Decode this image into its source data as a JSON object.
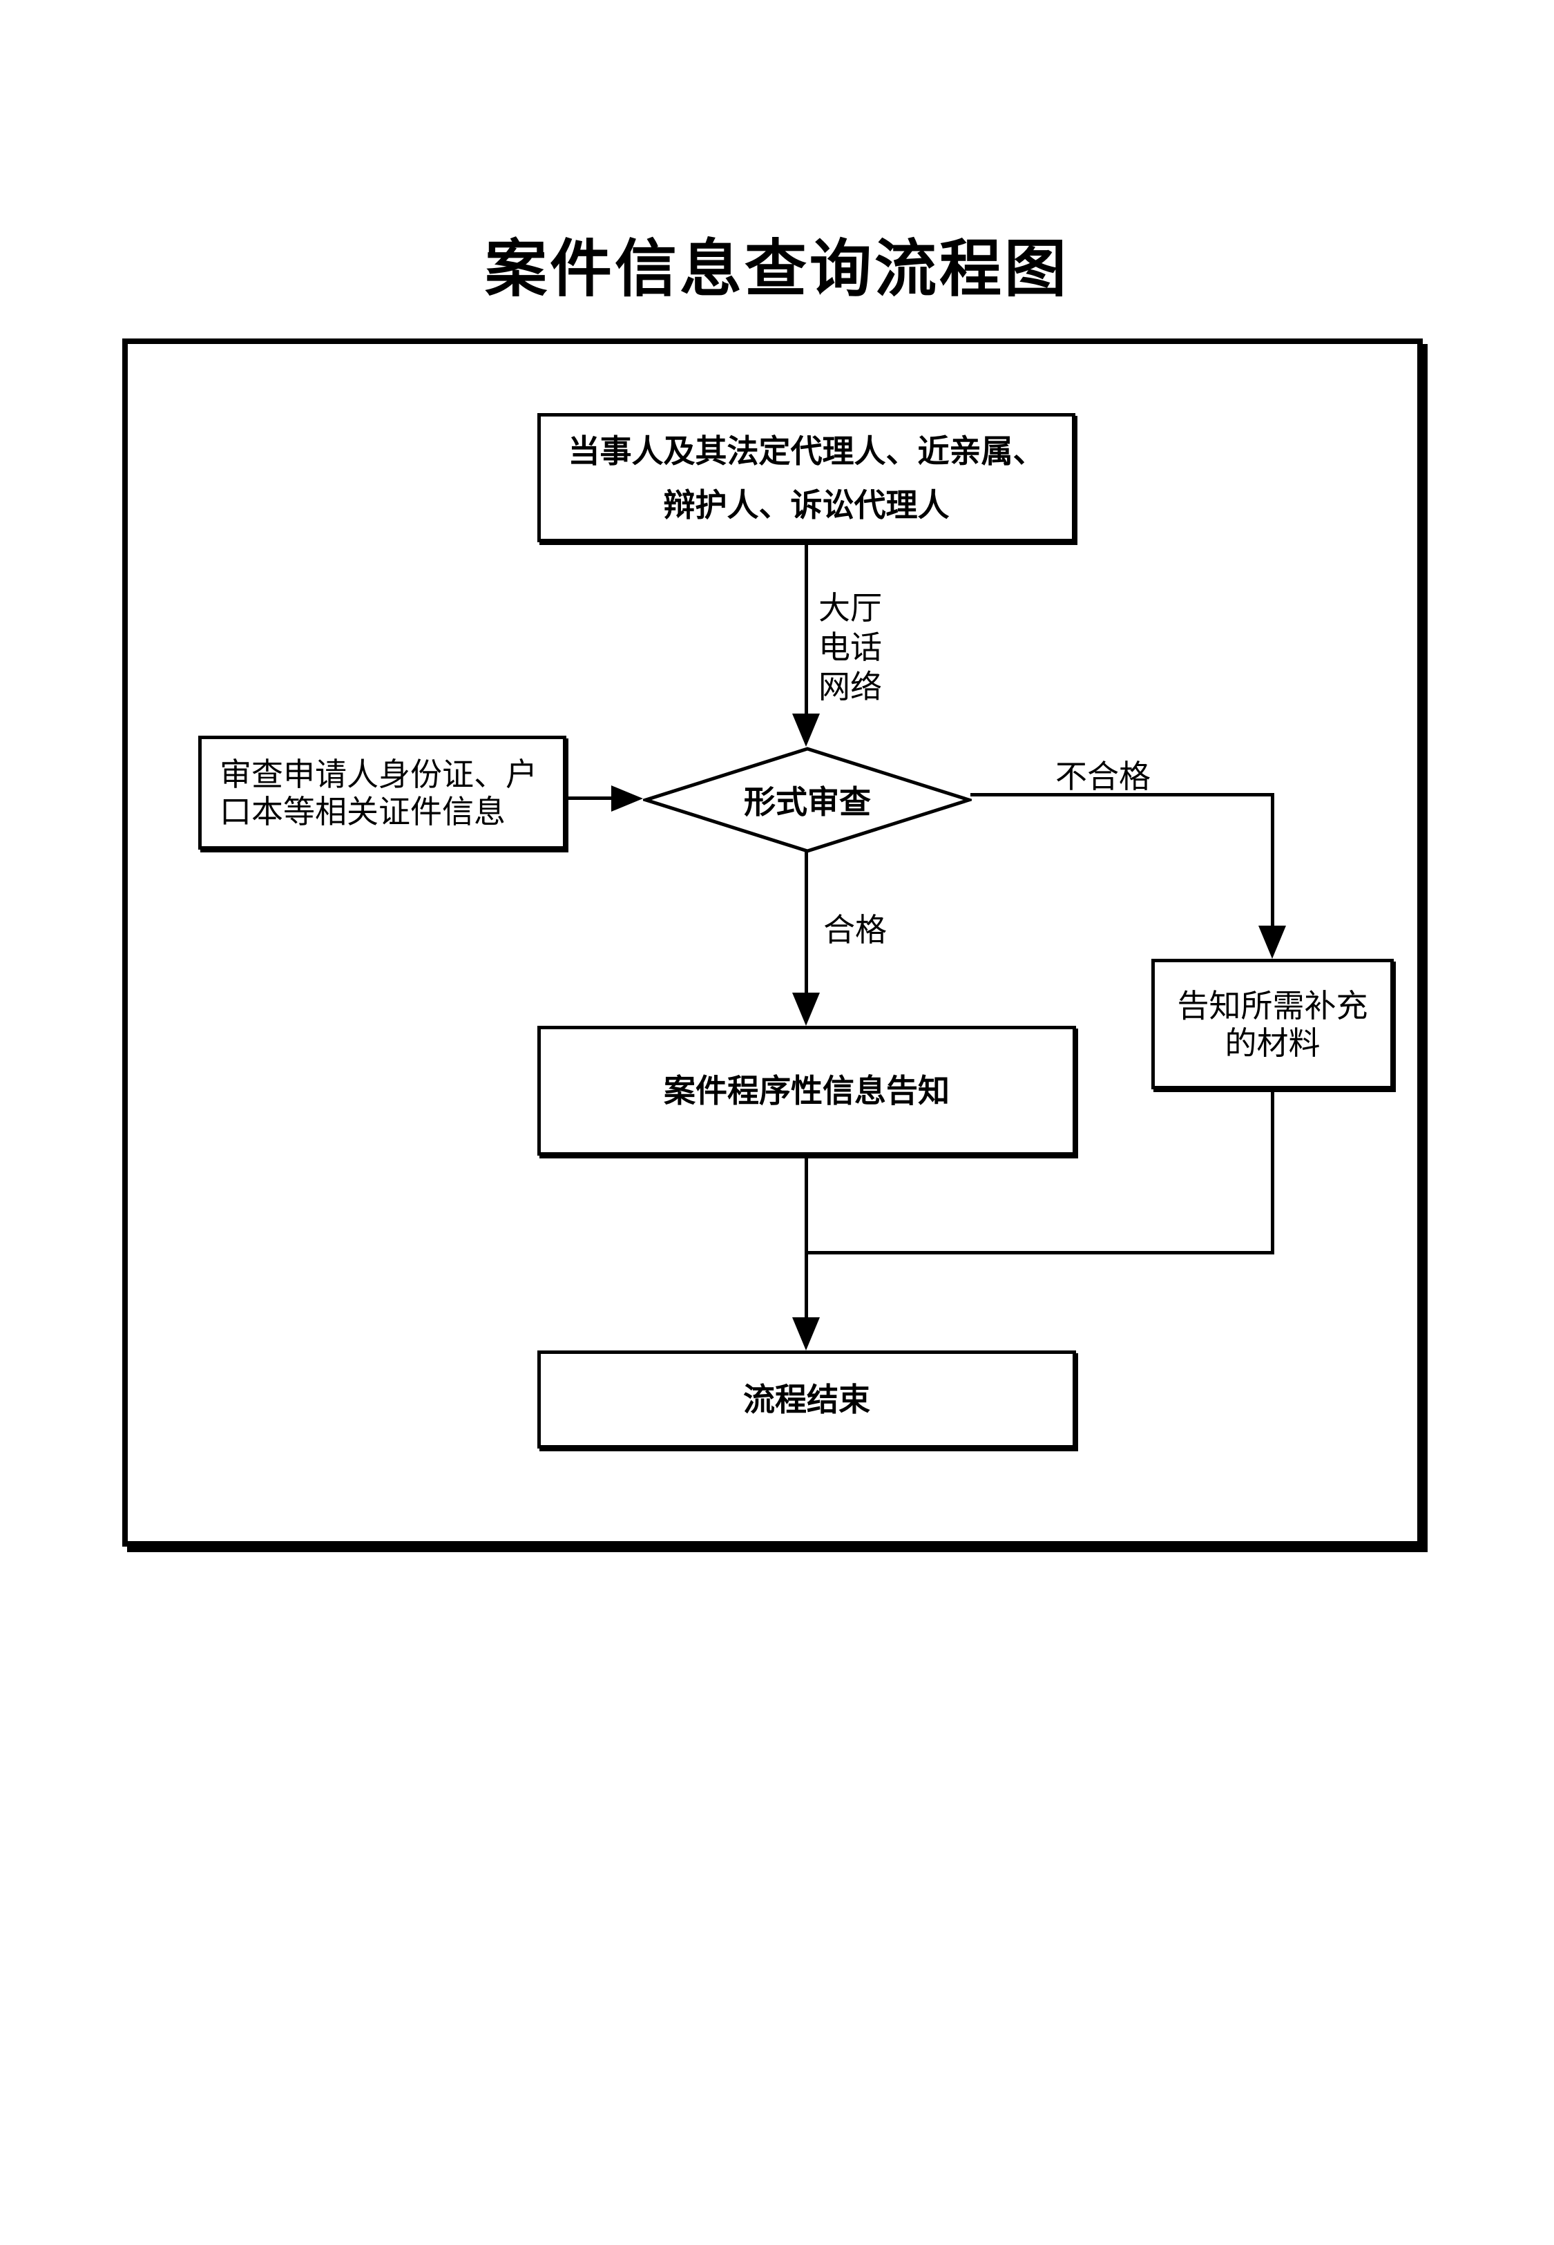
{
  "title": "案件信息查询流程图",
  "flowchart": {
    "nodes": {
      "applicants": {
        "lines": [
          "当事人及其法定代理人、近亲属、",
          "辩护人、诉讼代理人"
        ]
      },
      "review_credentials": {
        "lines": [
          "审查申请人身份证、户",
          "口本等相关证件信息"
        ]
      },
      "formal_review": {
        "label": "形式审查"
      },
      "supplement_materials": {
        "lines": [
          "告知所需补充",
          "的材料"
        ]
      },
      "case_info_notice": {
        "label": "案件程序性信息告知"
      },
      "process_end": {
        "label": "流程结束"
      }
    },
    "labels": {
      "channels": [
        "大厅",
        "电话",
        "网络"
      ],
      "pass": "合格",
      "fail": "不合格"
    },
    "colors": {
      "stroke": "#000000",
      "fill": "#ffffff",
      "text": "#000000"
    }
  }
}
